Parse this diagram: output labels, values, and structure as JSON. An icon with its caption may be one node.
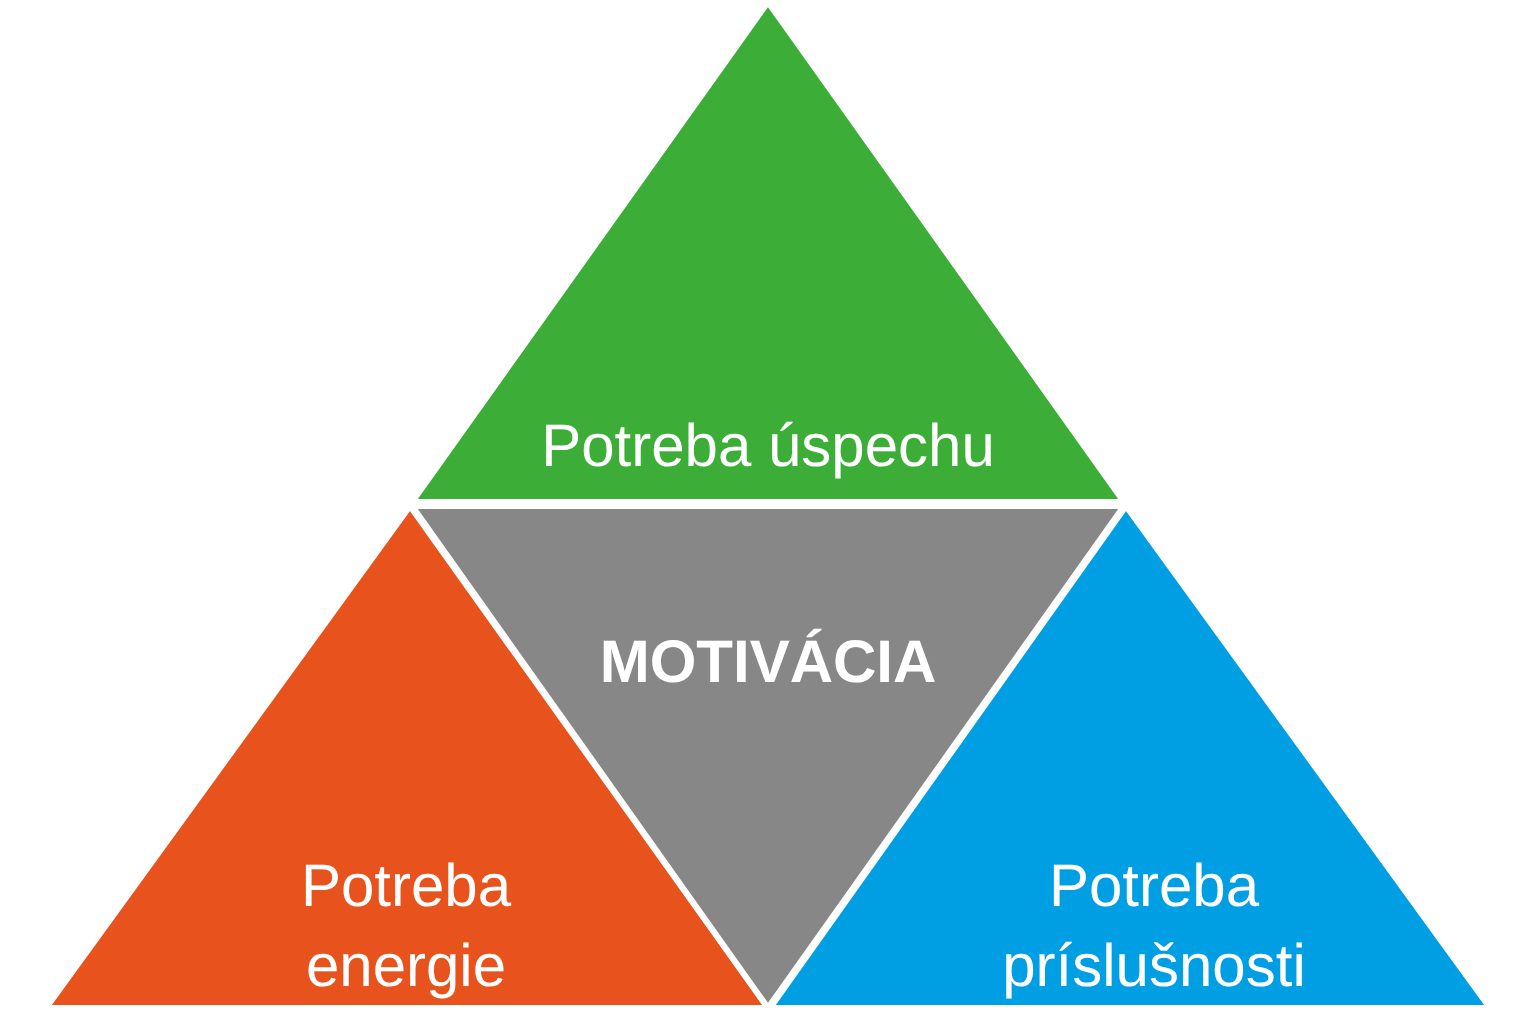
{
  "diagram": {
    "nodes": [
      {
        "text": [
          "Potreba úspechu"
        ]
      },
      {
        "text": [
          "Potreba energie"
        ]
      },
      {
        "text": [
          "MOTIVÁCIA"
        ]
      },
      {
        "text": [
          "Potreba príslušnosti"
        ]
      }
    ]
  }
}
